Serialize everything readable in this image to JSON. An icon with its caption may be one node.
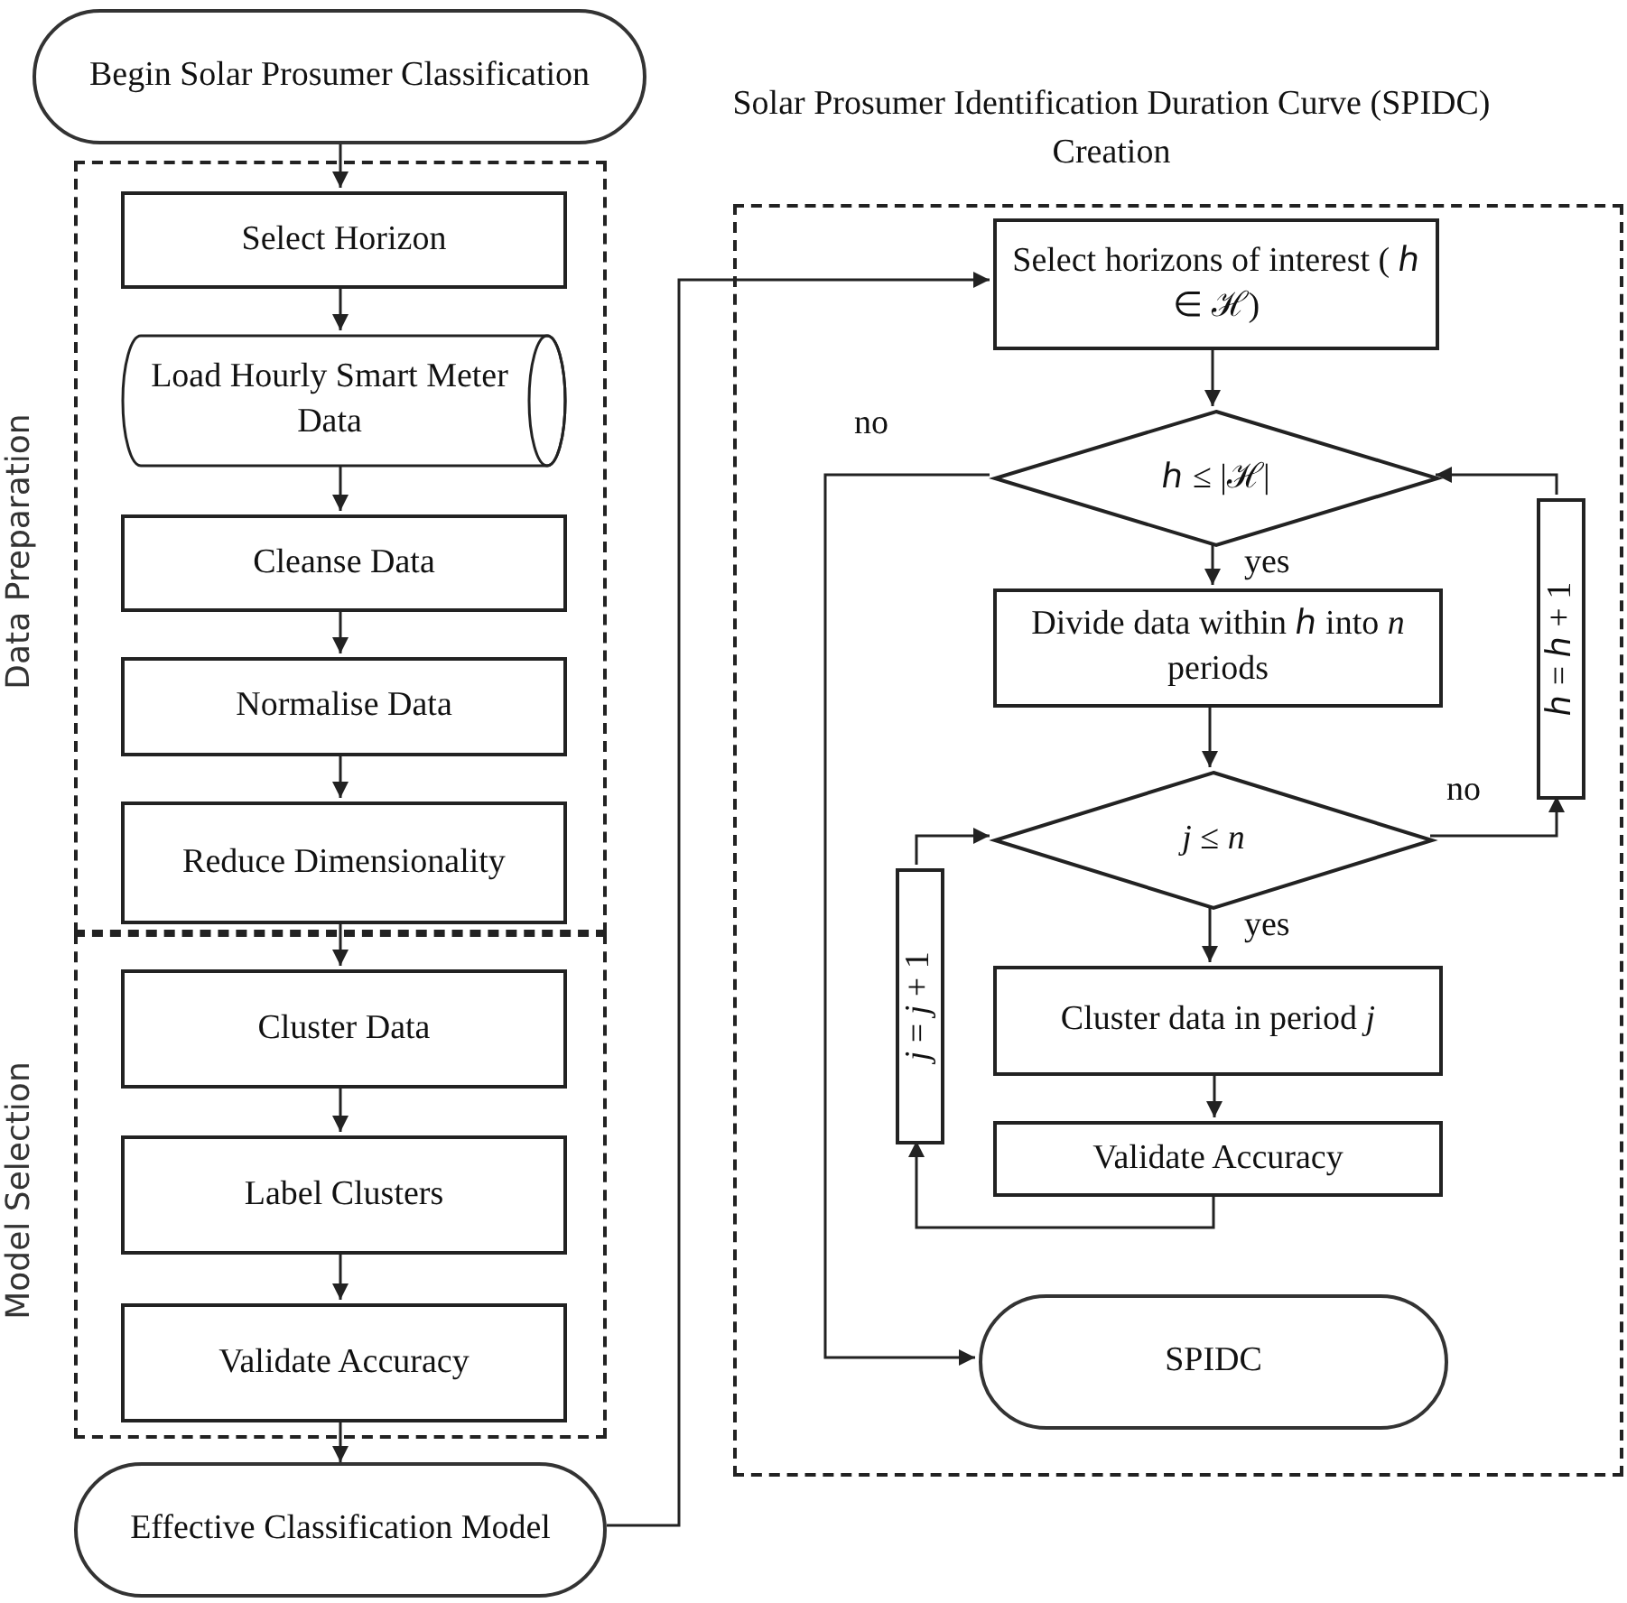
{
  "diagram": {
    "nodes": [
      {
        "text": [
          "Begin Solar Prosumer Classification"
        ]
      },
      {
        "text": [
          "Data Preparation"
        ]
      },
      {
        "text": [
          "Select Horizon"
        ],
        "in": 1
      },
      {
        "text": [
          "Load Hourly Smart Meter Data"
        ],
        "in": 1
      },
      {
        "text": [
          "Cleanse Data"
        ],
        "in": 1
      },
      {
        "text": [
          "Normalise Data"
        ],
        "in": 1
      },
      {
        "text": [
          "Reduce Dimensionality"
        ],
        "in": 1
      },
      {
        "text": [
          "Model Selection"
        ]
      },
      {
        "text": [
          "Cluster Data"
        ],
        "in": 7
      },
      {
        "text": [
          "Label Clusters"
        ],
        "in": 7
      },
      {
        "text": [
          "Validate Accuracy"
        ],
        "in": 7
      },
      {
        "text": [
          "Effective Classification Model"
        ]
      },
      {
        "text": [
          "Solar Prosumer Identification Duration Curve (SPIDC) Creation"
        ]
      },
      {
        "text": [
          "Select horizons of interest ( ℎ ∈ ℋ)"
        ],
        "in": 12
      },
      {
        "text": [
          "ℎ ≤ |ℋ|"
        ],
        "in": 12
      },
      {
        "text": [
          "Divide data within ℎ into *n* periods"
        ],
        "in": 12
      },
      {
        "text": [
          "*j* ≤ *n*"
        ],
        "in": 12
      },
      {
        "text": [
          "ℎ = ℎ + 1"
        ],
        "in": 12
      },
      {
        "text": [
          "Cluster data in period *j*"
        ],
        "in": 12
      },
      {
        "text": [
          "Validate Accuracy"
        ],
        "in": 12
      },
      {
        "text": [
          "*j* = *j* + 1"
        ],
        "in": 12
      },
      {
        "text": [
          "SPIDC"
        ],
        "in": 12
      }
    ],
    "edges": [
      {
        "from": 0,
        "to": 2,
        "arrow": "to"
      },
      {
        "from": 2,
        "to": 3,
        "arrow": "to"
      },
      {
        "from": 3,
        "to": 4,
        "arrow": "to"
      },
      {
        "from": 4,
        "to": 5,
        "arrow": "to"
      },
      {
        "from": 5,
        "to": 6,
        "arrow": "to"
      },
      {
        "from": 6,
        "to": 8,
        "arrow": "to"
      },
      {
        "from": 8,
        "to": 9,
        "arrow": "to"
      },
      {
        "from": 9,
        "to": 10,
        "arrow": "to"
      },
      {
        "from": 10,
        "to": 11,
        "arrow": "to"
      },
      {
        "from": 11,
        "to": 13,
        "arrow": "to"
      },
      {
        "from": 13,
        "to": 14,
        "arrow": "to"
      },
      {
        "from": 14,
        "to": 15,
        "arrow": "to",
        "label": "yes"
      },
      {
        "from": 14,
        "to": 21,
        "arrow": "to",
        "label": "no"
      },
      {
        "from": 15,
        "to": 16,
        "arrow": "to"
      },
      {
        "from": 16,
        "to": 18,
        "arrow": "to",
        "label": "yes"
      },
      {
        "from": 16,
        "to": 17,
        "arrow": "to",
        "label": "no"
      },
      {
        "from": 17,
        "to": 14,
        "arrow": "to"
      },
      {
        "from": 18,
        "to": 19,
        "arrow": "to"
      },
      {
        "from": 19,
        "to": 20,
        "arrow": "to"
      },
      {
        "from": 20,
        "to": 16,
        "arrow": "to"
      }
    ]
  }
}
